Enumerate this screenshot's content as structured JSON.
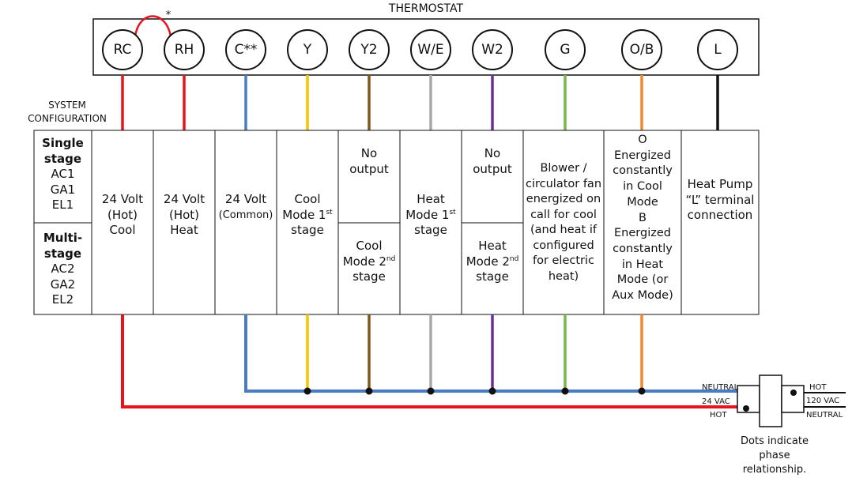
{
  "title": "THERMOSTAT",
  "asterisk": "*",
  "system_config_label": [
    "SYSTEM",
    "CONFIGURATION"
  ],
  "terminals": [
    {
      "label": "RC",
      "wire_color": "#e8141c"
    },
    {
      "label": "RH",
      "wire_color": "#e8141c"
    },
    {
      "label": "C**",
      "wire_color": "#4a7cc4"
    },
    {
      "label": "Y",
      "wire_color": "#f2c500"
    },
    {
      "label": "Y2",
      "wire_color": "#7d5a1a"
    },
    {
      "label": "W/E",
      "wire_color": "#a8a8a8"
    },
    {
      "label": "W2",
      "wire_color": "#6a2fa0"
    },
    {
      "label": "G",
      "wire_color": "#7ab648"
    },
    {
      "label": "O/B",
      "wire_color": "#ee8a2e"
    },
    {
      "label": "L",
      "wire_color": "#111111"
    }
  ],
  "config_column": {
    "single": [
      "Single",
      "stage",
      "AC1",
      "GA1",
      "EL1"
    ],
    "multi": [
      "Multi-",
      "stage",
      "AC2",
      "GA2",
      "EL2"
    ]
  },
  "cells": {
    "rc": [
      "24 Volt",
      "(Hot)",
      "Cool"
    ],
    "rh": [
      "24 Volt",
      "(Hot)",
      "Heat"
    ],
    "c": [
      "24 Volt",
      "(Common)"
    ],
    "y": {
      "line1": "Cool",
      "line2": "Mode 1",
      "sup": "st",
      "line3": "stage"
    },
    "y2_top": [
      "No",
      "output"
    ],
    "y2_bottom": {
      "line1": "Cool",
      "line2": "Mode 2",
      "sup": "nd",
      "line3": "stage"
    },
    "we": {
      "line1": "Heat",
      "line2": "Mode 1",
      "sup": "st",
      "line3": "stage"
    },
    "w2_top": [
      "No",
      "output"
    ],
    "w2_bottom": {
      "line1": "Heat",
      "line2": "Mode 2",
      "sup": "nd",
      "line3": "stage"
    },
    "g": [
      "Blower /",
      "circulator fan",
      "energized on",
      "call for cool",
      "(and heat if",
      "configured",
      "for electric",
      "heat)"
    ],
    "ob": [
      "O",
      "Energized",
      "constantly",
      "in Cool",
      "Mode",
      "B",
      "Energized",
      "constantly",
      "in Heat",
      "Mode (or",
      "Aux Mode)"
    ],
    "l": [
      "Heat Pump",
      "“L” terminal",
      "connection"
    ]
  },
  "transformer": {
    "neutral_left": "NEUTRAL",
    "vac_left": "24 VAC",
    "hot_left": "HOT",
    "hot_right": "HOT",
    "vac_right": "120 VAC",
    "neutral_right": "NEUTRAL"
  },
  "note": [
    "Dots indicate",
    "phase",
    "relationship."
  ],
  "colors": {
    "hot_red": "#e8141c",
    "common_blue": "#4a7cc4",
    "jumper_red": "#e8141c"
  }
}
